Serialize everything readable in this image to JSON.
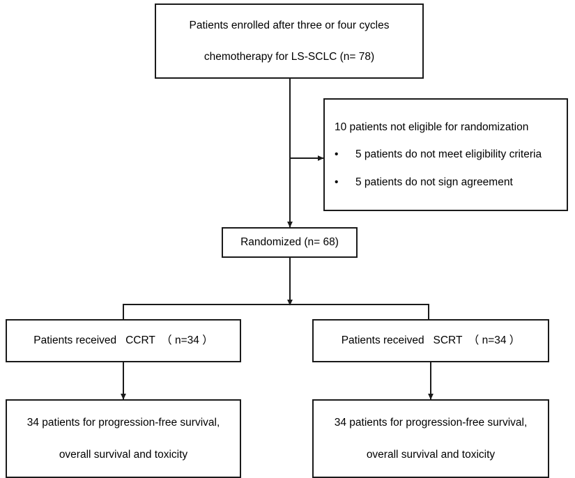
{
  "diagram": {
    "title": "CONSORT patient flow diagram",
    "stroke_color": "#1a1a1a",
    "background_color": "#ffffff",
    "nodes": {
      "enrolled": {
        "line1": "Patients enrolled after three or four cycles",
        "line2": "chemotherapy for LS-SCLC (n= 78)"
      },
      "excluded": {
        "header": "10 patients not eligible for randomization",
        "bullet_symbol": "•",
        "bullet1": "5 patients do not meet eligibility criteria",
        "bullet2": "5 patients do not sign agreement"
      },
      "randomized": {
        "label": "Randomized (n= 68)"
      },
      "arm_ccrt": {
        "label": "Patients received   CCRT  （ n=34 ）"
      },
      "arm_scrt": {
        "label": "Patients received   SCRT  （ n=34 ）"
      },
      "outcome_ccrt": {
        "line1": "34 patients for progression-free survival,",
        "line2": "overall survival and toxicity"
      },
      "outcome_scrt": {
        "line1": "34 patients for progression-free survival,",
        "line2": "overall survival and toxicity"
      }
    }
  }
}
